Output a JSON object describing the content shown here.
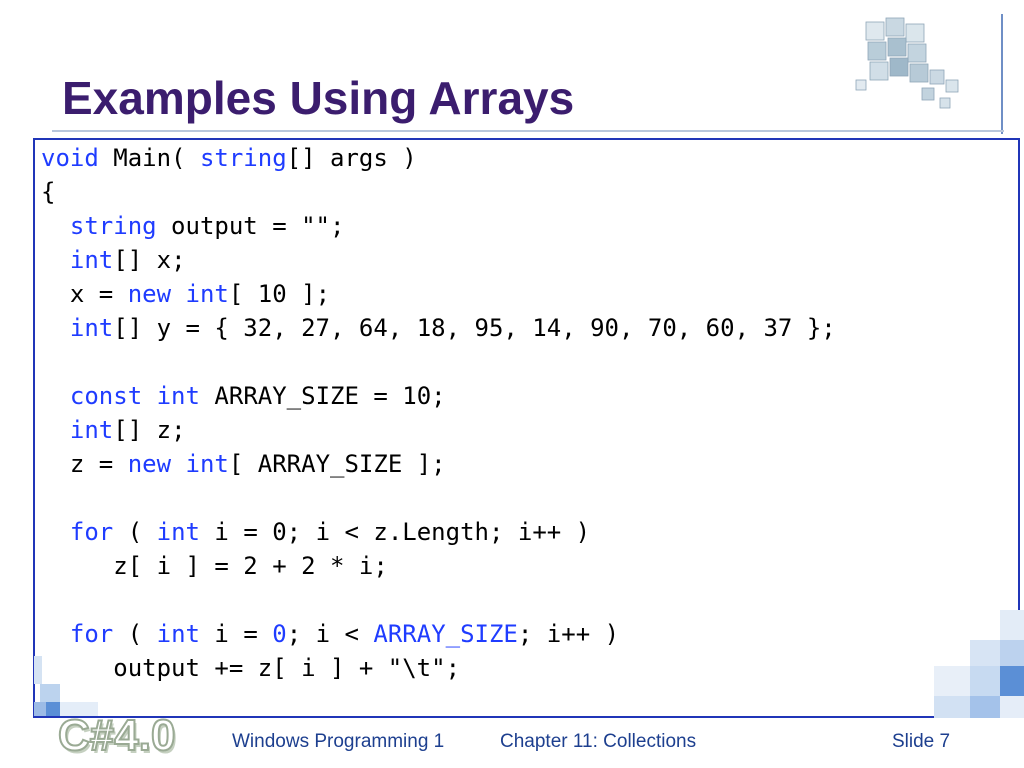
{
  "slide": {
    "title": "Examples Using Arrays",
    "logo_text": "C#4.0",
    "footer": {
      "course": "Windows Programming 1",
      "chapter": "Chapter 11: Collections",
      "slide_number": "Slide 7"
    }
  },
  "code": {
    "lines": [
      {
        "indent": "",
        "tokens": [
          {
            "t": "void",
            "kw": true
          },
          {
            "t": " Main( "
          },
          {
            "t": "string",
            "kw": true
          },
          {
            "t": "[] args )"
          }
        ]
      },
      {
        "indent": "",
        "tokens": [
          {
            "t": "{"
          }
        ]
      },
      {
        "indent": "  ",
        "tokens": [
          {
            "t": "string",
            "kw": true
          },
          {
            "t": " output = \"\";"
          }
        ]
      },
      {
        "indent": "  ",
        "tokens": [
          {
            "t": "int",
            "kw": true
          },
          {
            "t": "[] x;"
          }
        ]
      },
      {
        "indent": "  ",
        "tokens": [
          {
            "t": "x = "
          },
          {
            "t": "new",
            "kw": true
          },
          {
            "t": " "
          },
          {
            "t": "int",
            "kw": true
          },
          {
            "t": "[ 10 ];"
          }
        ]
      },
      {
        "indent": "  ",
        "tokens": [
          {
            "t": "int",
            "kw": true
          },
          {
            "t": "[] y = { 32, 27, 64, 18, 95, 14, 90, 70, 60, 37 };"
          }
        ]
      },
      {
        "indent": "",
        "tokens": []
      },
      {
        "indent": "  ",
        "tokens": [
          {
            "t": "const",
            "kw": true
          },
          {
            "t": " "
          },
          {
            "t": "int",
            "kw": true
          },
          {
            "t": " ARRAY_SIZE = 10;"
          }
        ]
      },
      {
        "indent": "  ",
        "tokens": [
          {
            "t": "int",
            "kw": true
          },
          {
            "t": "[] z;"
          }
        ]
      },
      {
        "indent": "  ",
        "tokens": [
          {
            "t": "z = "
          },
          {
            "t": "new",
            "kw": true
          },
          {
            "t": " "
          },
          {
            "t": "int",
            "kw": true
          },
          {
            "t": "[ ARRAY_SIZE ];"
          }
        ]
      },
      {
        "indent": "",
        "tokens": []
      },
      {
        "indent": "  ",
        "tokens": [
          {
            "t": "for",
            "kw": true
          },
          {
            "t": " ( "
          },
          {
            "t": "int",
            "kw": true
          },
          {
            "t": " i = 0; i < z.Length; i++ )"
          }
        ]
      },
      {
        "indent": "     ",
        "tokens": [
          {
            "t": "z[ i ] = 2 + 2 * i;"
          }
        ]
      },
      {
        "indent": "",
        "tokens": []
      },
      {
        "indent": "  ",
        "tokens": [
          {
            "t": "for",
            "kw": true
          },
          {
            "t": " ( "
          },
          {
            "t": "int",
            "kw": true
          },
          {
            "t": " i = "
          },
          {
            "t": "0",
            "kw": true
          },
          {
            "t": "; i < "
          },
          {
            "t": "ARRAY_SIZE",
            "kw": true
          },
          {
            "t": "; i++ )"
          }
        ]
      },
      {
        "indent": "     ",
        "tokens": [
          {
            "t": "output += z[ i ] + \"\\t\";"
          }
        ]
      },
      {
        "indent": "",
        "tokens": [
          {
            "t": "}"
          }
        ]
      }
    ]
  },
  "colors": {
    "title": "#3b1d6e",
    "keyword": "#1f3cff",
    "footer_text": "#1d3f8f",
    "frame_border": "#2035b8",
    "accent_square": "#5b8fd6"
  }
}
